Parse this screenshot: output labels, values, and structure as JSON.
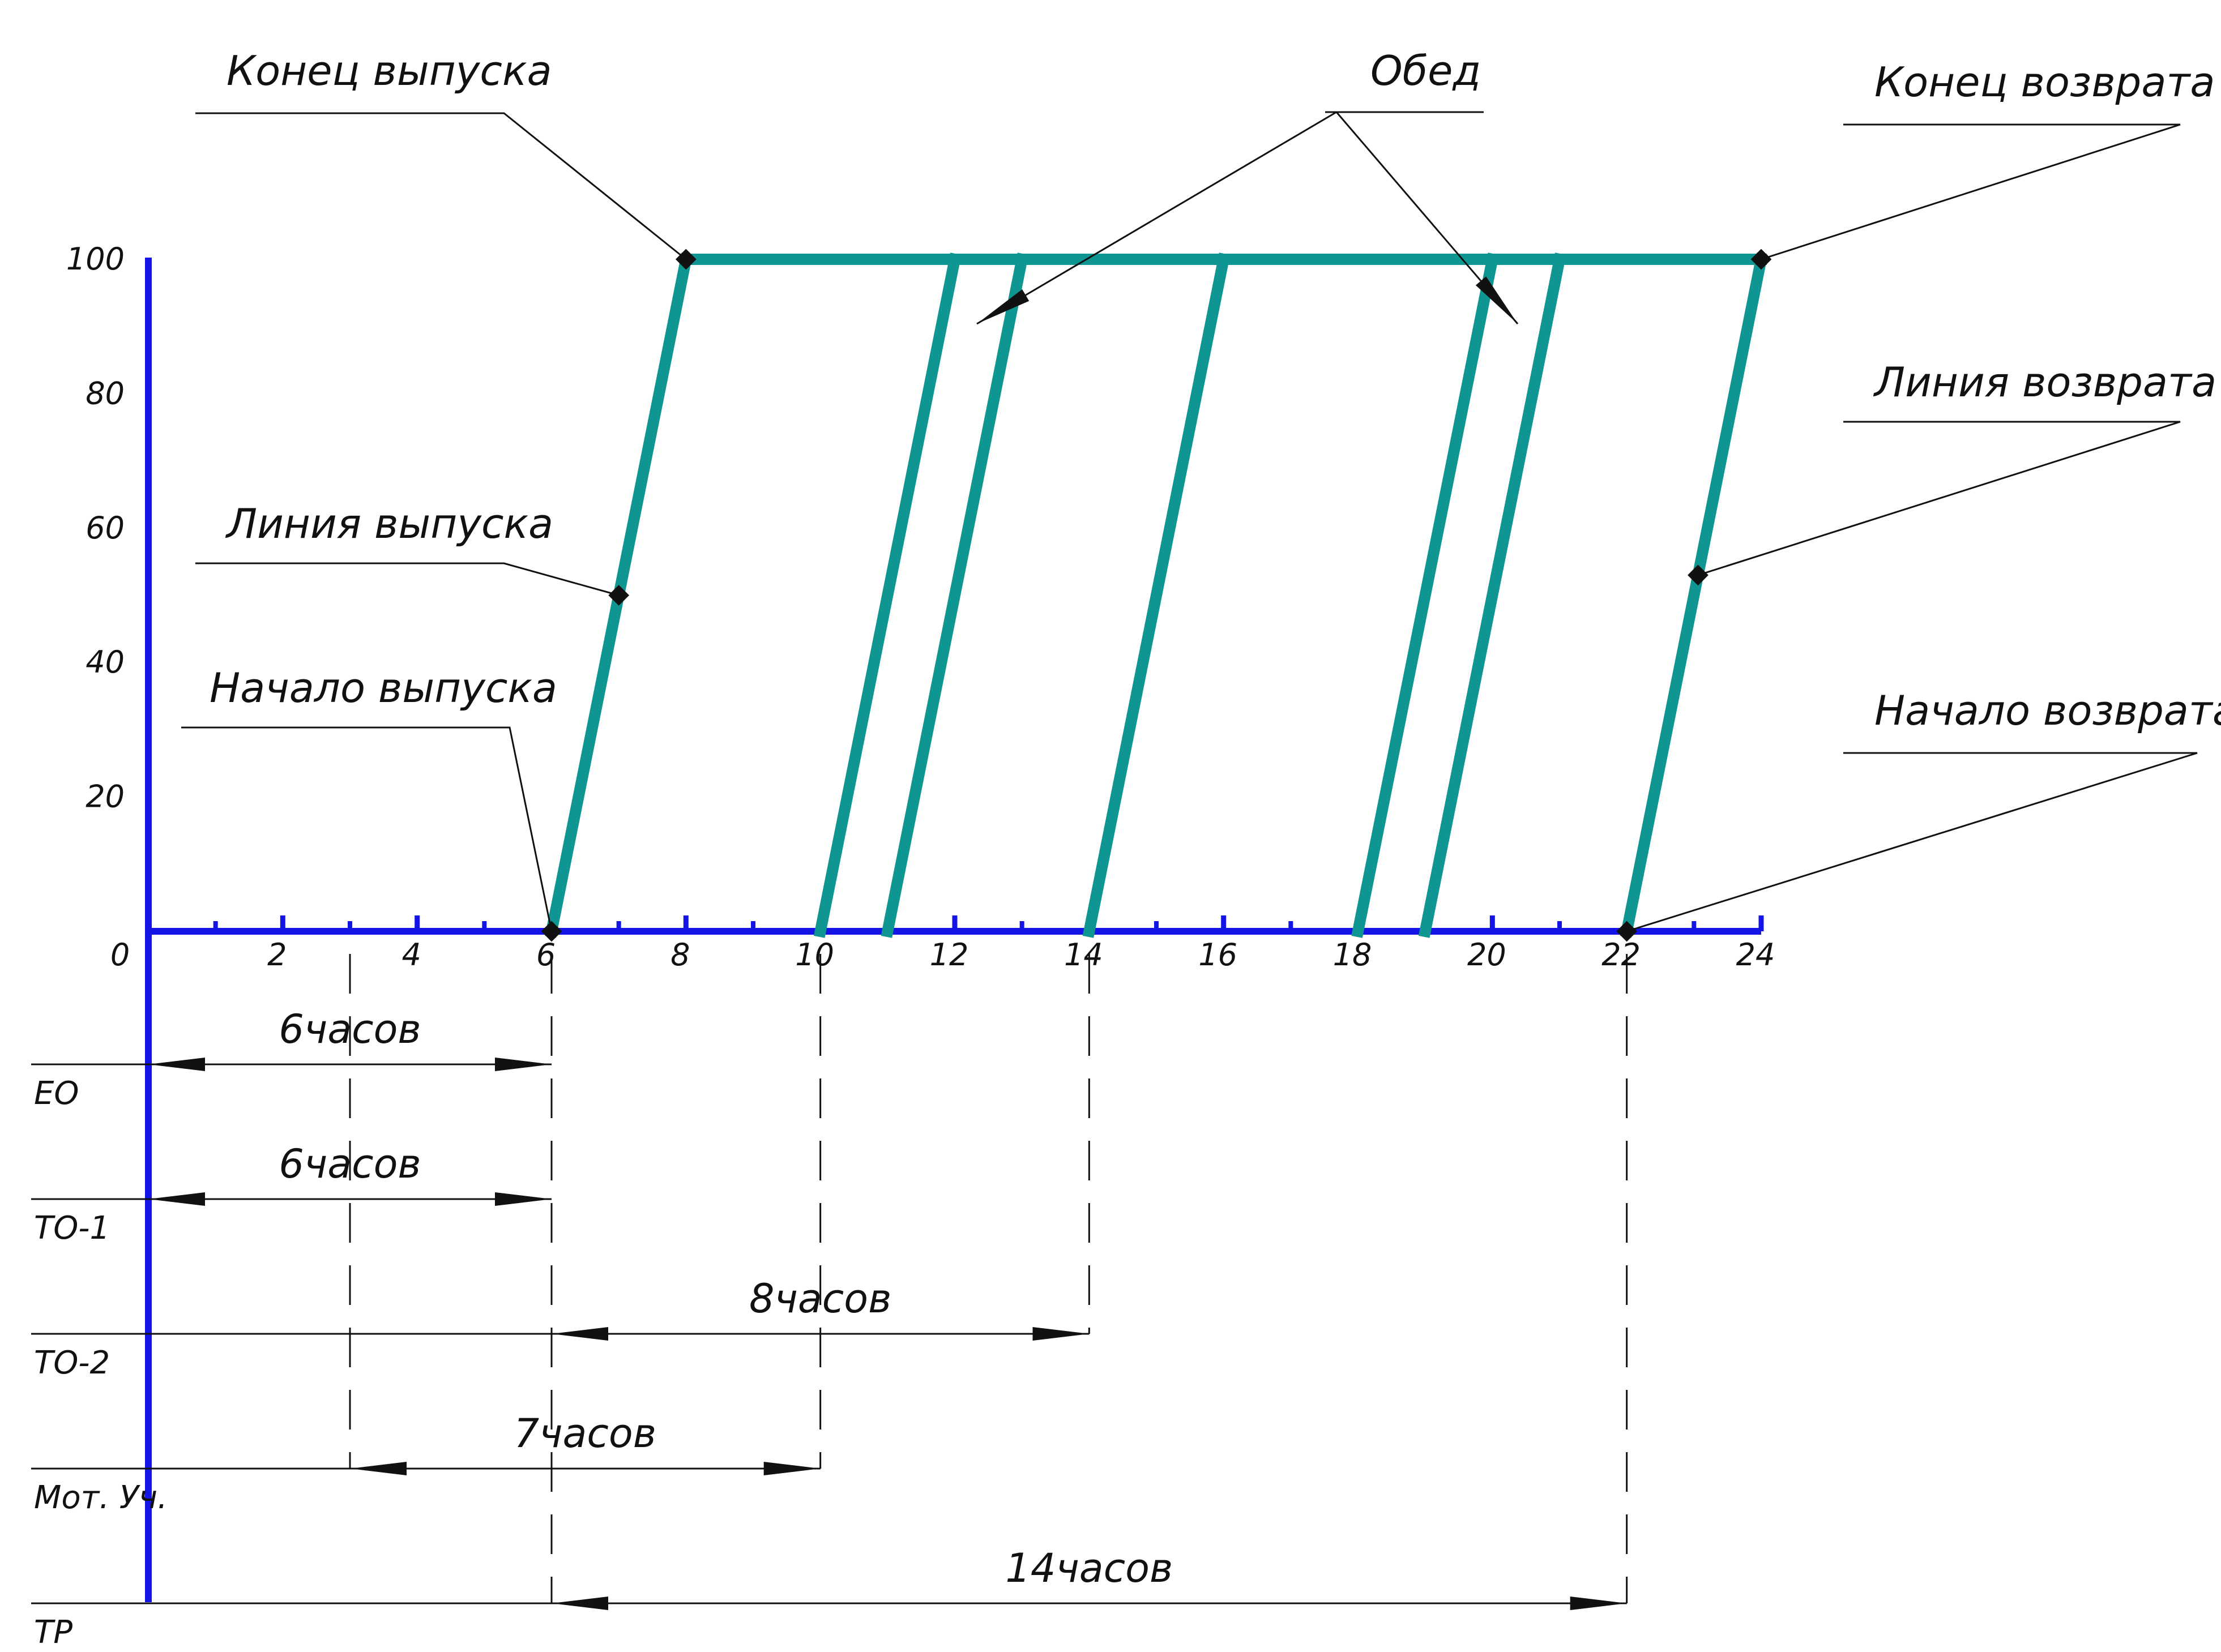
{
  "colors": {
    "axis": "#1414e6",
    "line": "#0f9693",
    "ink": "#111111"
  },
  "chart_data": {
    "type": "line",
    "x_ticks": [
      "0",
      "2",
      "4",
      "6",
      "8",
      "10",
      "12",
      "14",
      "16",
      "18",
      "20",
      "22",
      "24"
    ],
    "y_ticks": [
      "20",
      "40",
      "60",
      "80",
      "100"
    ],
    "xlim": [
      0,
      24
    ],
    "ylim": [
      0,
      100
    ],
    "release_line": {
      "x": [
        6,
        8
      ],
      "y": [
        0,
        100
      ]
    },
    "return_line": {
      "x": [
        22,
        24
      ],
      "y": [
        0,
        100
      ]
    },
    "top_line": {
      "x": [
        8,
        24
      ],
      "y": [
        100,
        100
      ]
    },
    "interior_lines": [
      {
        "x": [
          10,
          12
        ],
        "y": [
          0,
          100
        ]
      },
      {
        "x": [
          11,
          13
        ],
        "y": [
          0,
          100
        ]
      },
      {
        "x": [
          14,
          16
        ],
        "y": [
          0,
          100
        ]
      },
      {
        "x": [
          18,
          20
        ],
        "y": [
          0,
          100
        ]
      },
      {
        "x": [
          19,
          21
        ],
        "y": [
          0,
          100
        ]
      }
    ],
    "annotations": {
      "release_end": "Конец выпуска",
      "lunch": "Обед",
      "return_end": "Конец возврата",
      "release_line": "Линия выпуска",
      "return_line": "Линия возврата",
      "release_start": "Начало выпуска",
      "return_start": "Начало возврата"
    },
    "schedule_rows": [
      {
        "label": "ЕО",
        "duration": "6часов",
        "start": 0,
        "end": 6
      },
      {
        "label": "ТО-1",
        "duration": "6часов",
        "start": 0,
        "end": 6
      },
      {
        "label": "ТО-2",
        "duration": "8часов",
        "start": 6,
        "end": 14
      },
      {
        "label": "Мот. Уч.",
        "duration": "7часов",
        "start": 3,
        "end": 10
      },
      {
        "label": "ТР",
        "duration": "14часов",
        "start": 6,
        "end": 22
      }
    ]
  }
}
